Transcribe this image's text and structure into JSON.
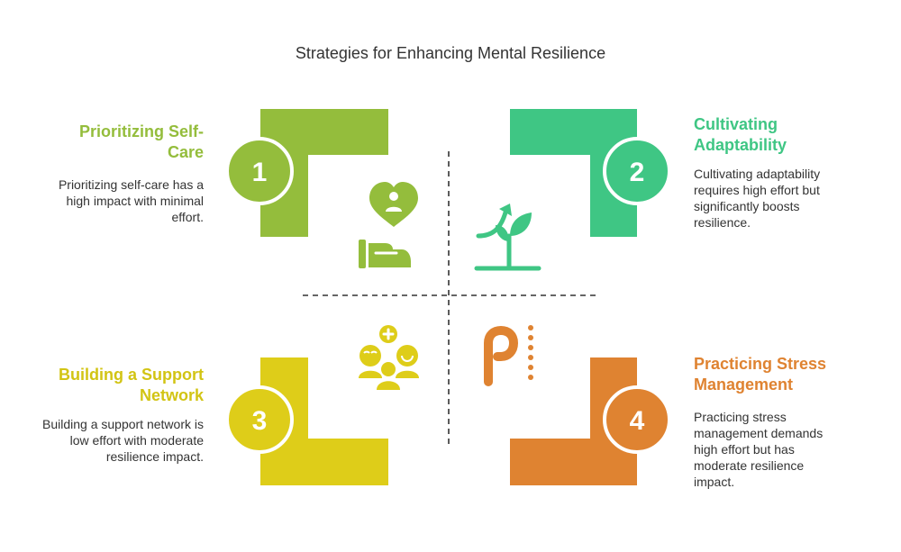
{
  "title": "Strategies for Enhancing Mental Resilience",
  "colors": {
    "q1": "#94bd3c",
    "q2": "#3fc684",
    "q3": "#decd19",
    "q4": "#df8331",
    "q3_heading": "#d2c414",
    "text": "#333333",
    "axis": "#333333"
  },
  "items": [
    {
      "number": "1",
      "heading": "Prioritizing Self-Care",
      "description": "Prioritizing self-care has a high impact with minimal effort.",
      "icon": "heart-hand-icon"
    },
    {
      "number": "2",
      "heading": "Cultivating Adaptability",
      "description": "Cultivating adaptability requires high effort but significantly boosts resilience.",
      "icon": "plant-growth-arrow-icon"
    },
    {
      "number": "3",
      "heading": "Building a Support Network",
      "description": "Building a support network is low effort with moderate resilience impact.",
      "icon": "support-group-icon"
    },
    {
      "number": "4",
      "heading": "Practicing Stress Management",
      "description": "Practicing stress management demands high effort but has moderate resilience impact.",
      "icon": "pressure-gauge-icon"
    }
  ]
}
